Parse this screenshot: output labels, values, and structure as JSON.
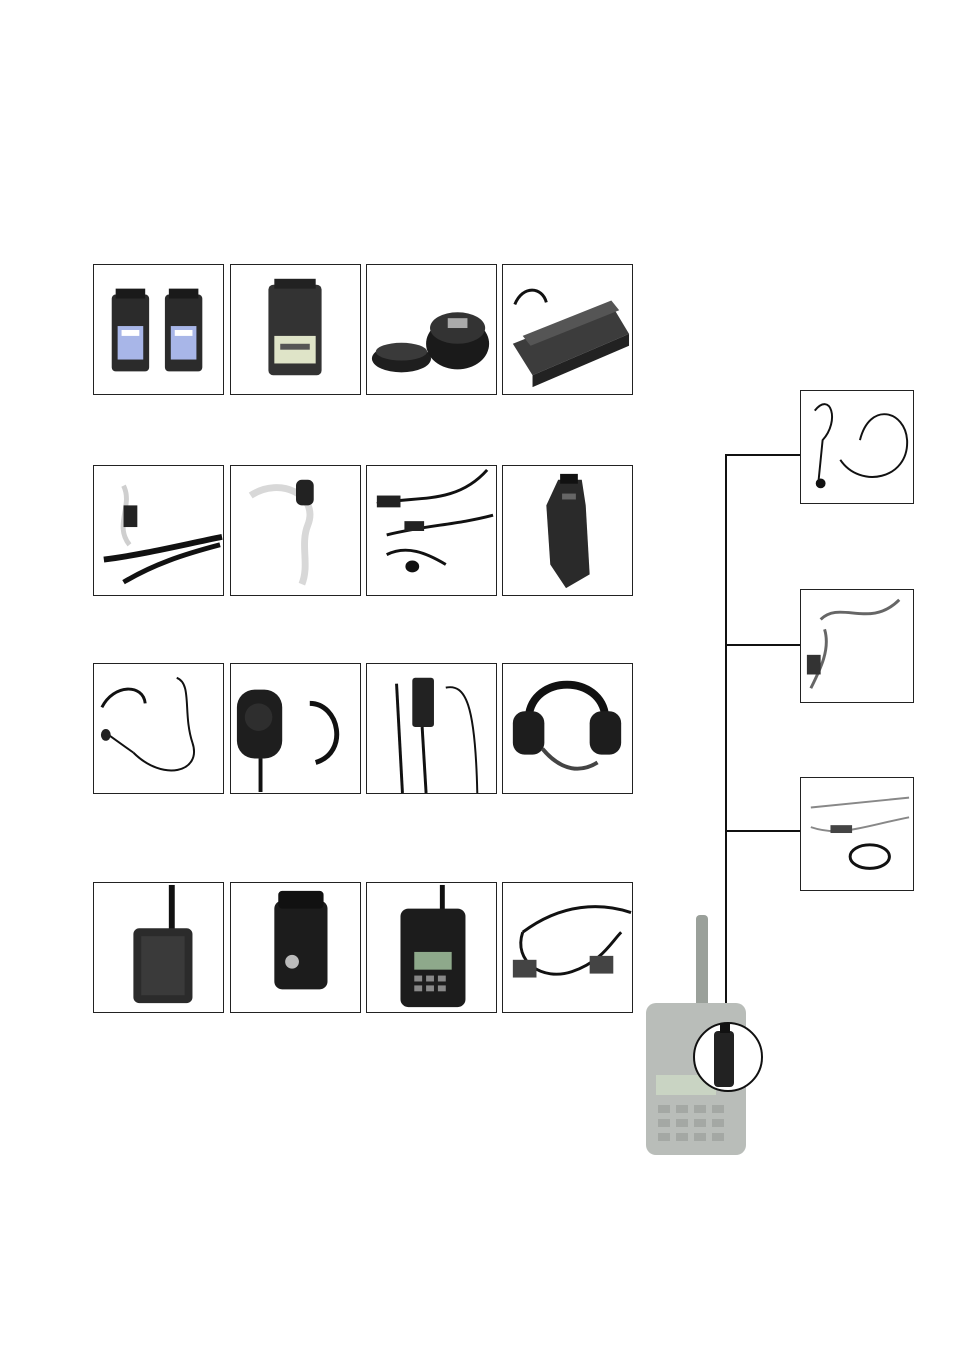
{
  "page": {
    "title": "",
    "accessory_grid": [
      {
        "row": "batteries-chargers",
        "items": [
          "battery-pair-icon",
          "battery-single-icon",
          "desktop-charger-icon",
          "multi-unit-charger-icon"
        ]
      },
      {
        "row": "earpieces-adapters",
        "items": [
          "earpiece-tube-icon",
          "acoustic-tube-earpiece-icon",
          "earbud-ptt-icon",
          "audio-adapter-icon"
        ]
      },
      {
        "row": "headsets-speakers",
        "items": [
          "lightweight-headset-icon",
          "speaker-microphone-icon",
          "surveillance-kit-icon",
          "heavy-duty-headset-icon"
        ]
      },
      {
        "row": "cases-cables",
        "items": [
          "leather-case-icon",
          "nylon-case-icon",
          "radio-case-icon",
          "programming-cable-icon"
        ]
      }
    ],
    "connector_options": [
      "boom-mic-headset-icon",
      "coiled-earpiece-icon",
      "three-wire-kit-icon"
    ],
    "colors": {
      "border": "#222222",
      "device": "#2a2a2a",
      "device_faded": "#b9bdb9"
    }
  }
}
